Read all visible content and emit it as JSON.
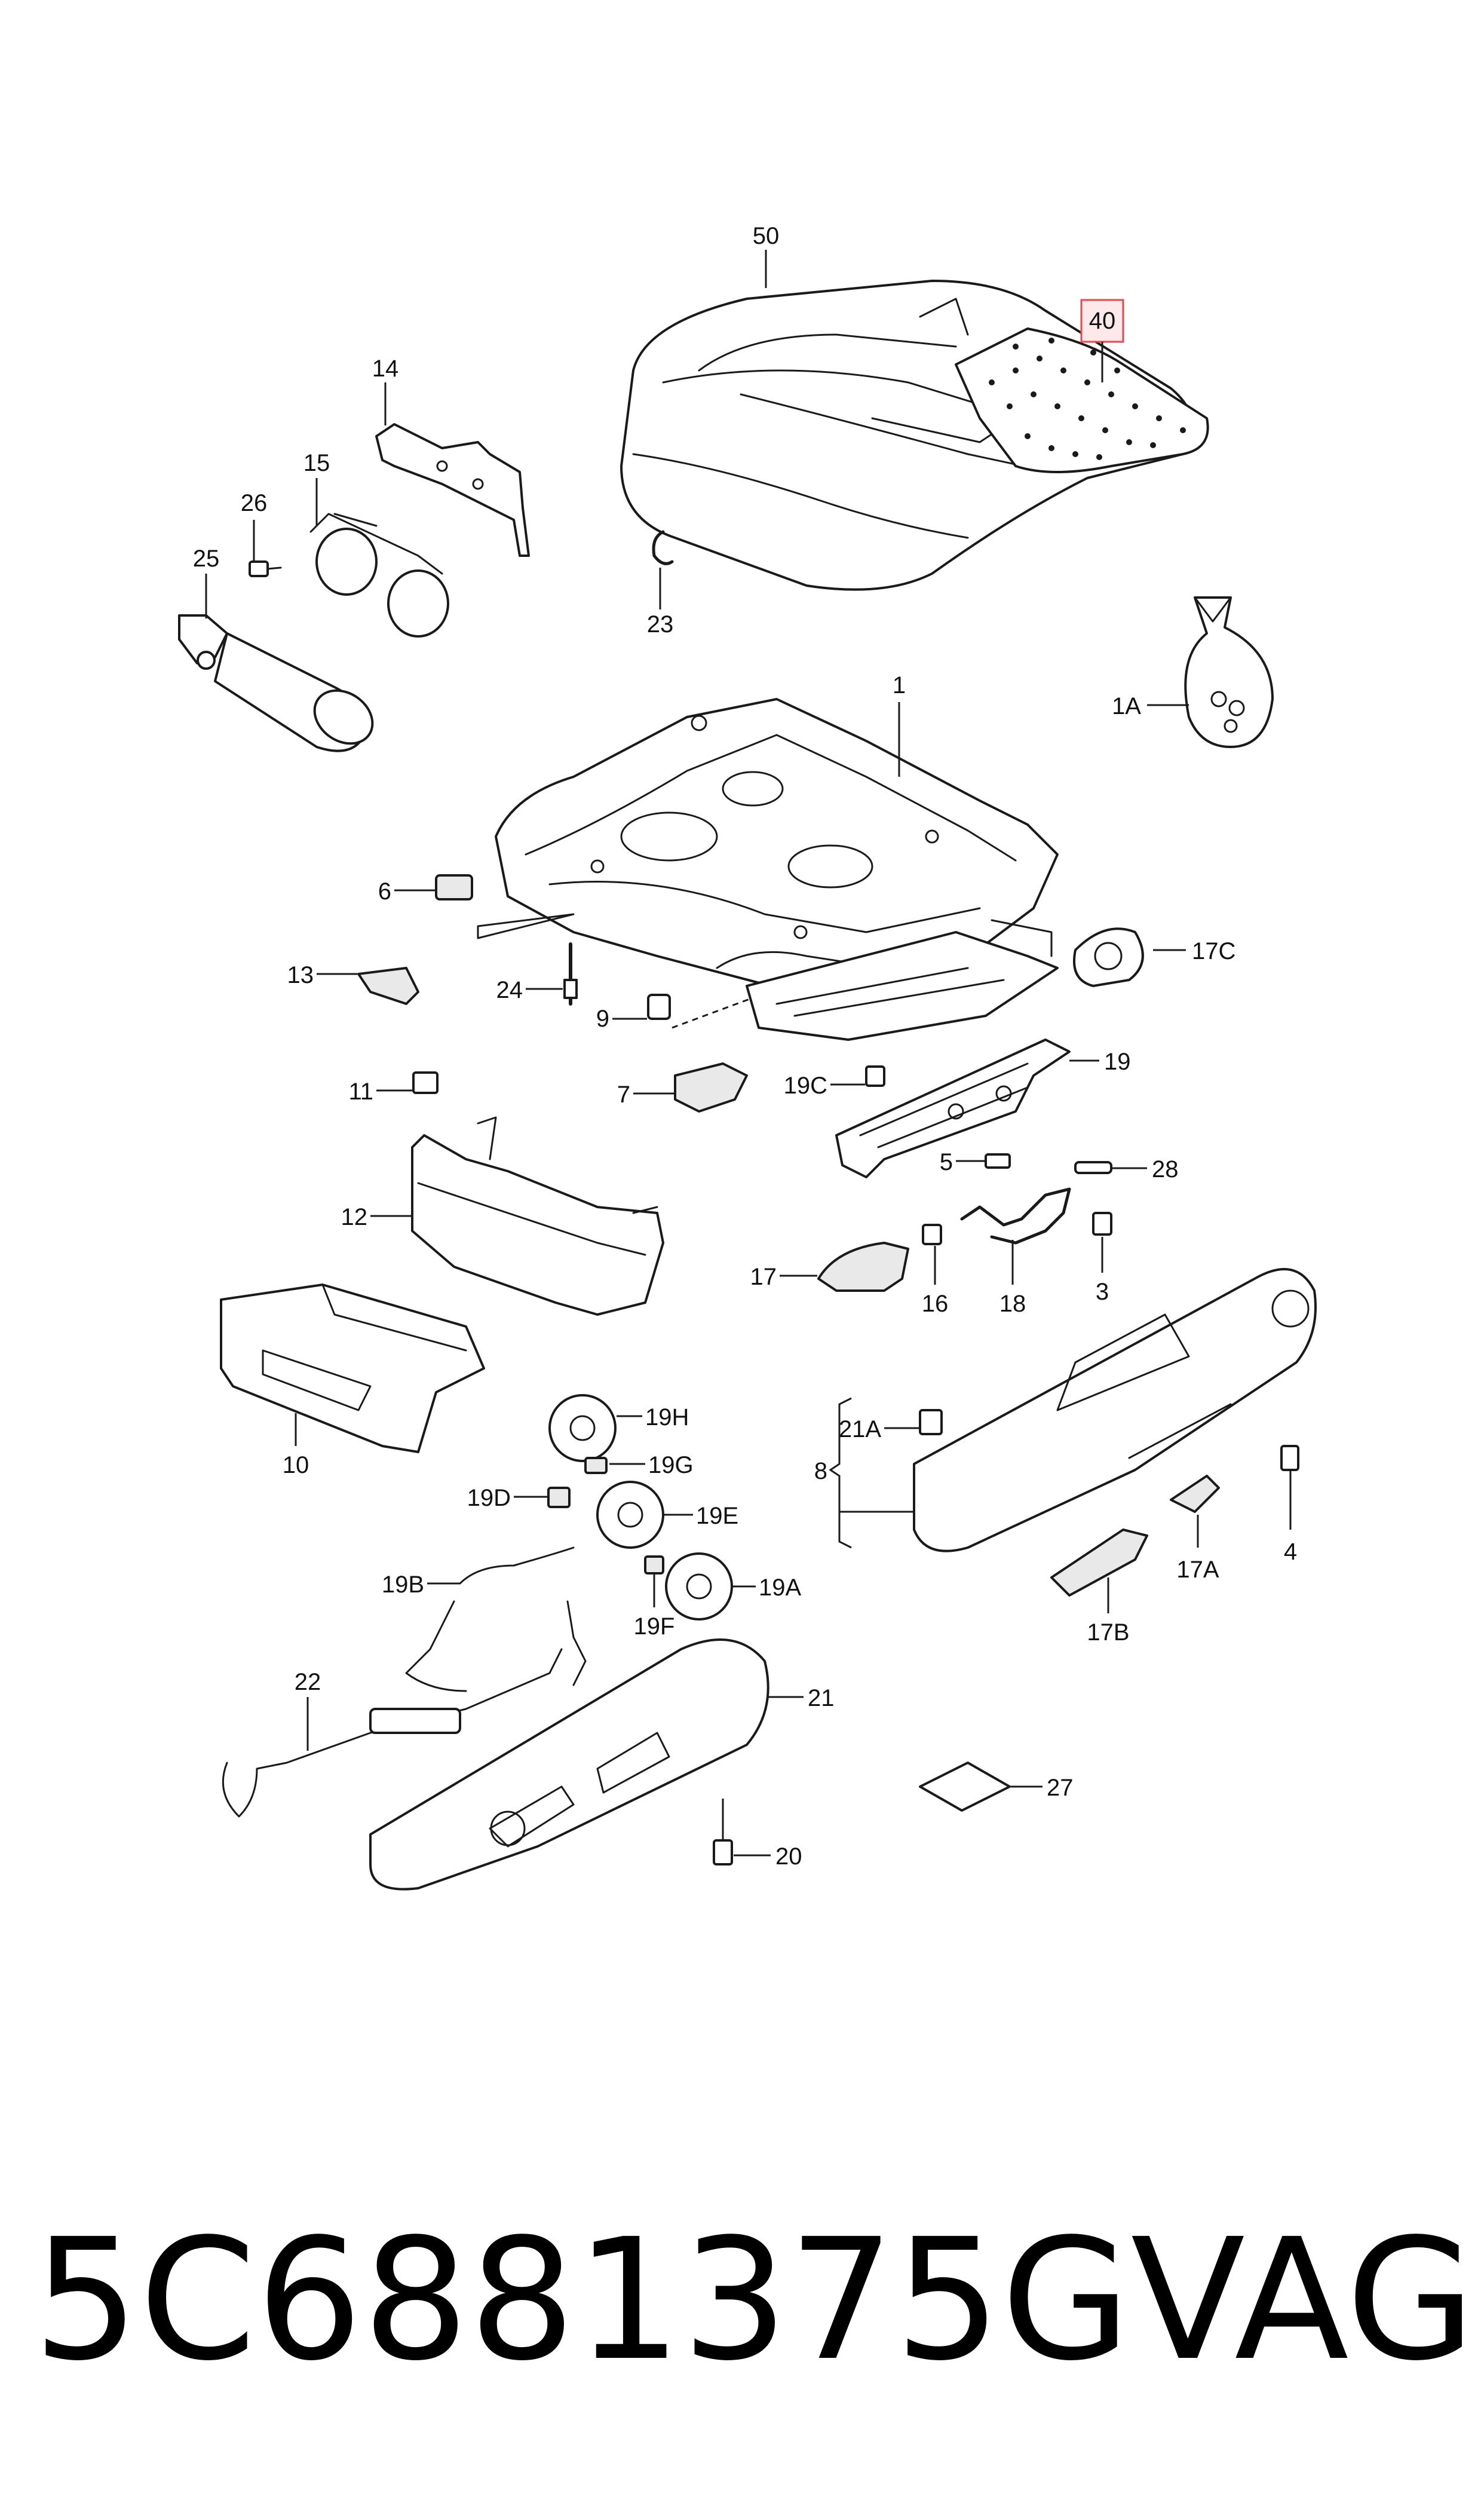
{
  "callouts": {
    "c50": "50",
    "c40": "40",
    "c14": "14",
    "c15": "15",
    "c26": "26",
    "c25": "25",
    "c23": "23",
    "c1": "1",
    "c1A": "1A",
    "c6": "6",
    "c13": "13",
    "c24": "24",
    "c9": "9",
    "c17C": "17C",
    "c11": "11",
    "c7": "7",
    "c19C": "19C",
    "c19": "19",
    "c12": "12",
    "c5": "5",
    "c28": "28",
    "c17": "17",
    "c16": "16",
    "c18": "18",
    "c3": "3",
    "c10": "10",
    "c19H": "19H",
    "c19G": "19G",
    "c19D": "19D",
    "c19E": "19E",
    "c21A": "21A",
    "c8": "8",
    "c4": "4",
    "c17A": "17A",
    "c17B": "17B",
    "c19B": "19B",
    "c19F": "19F",
    "c19A": "19A",
    "c22": "22",
    "c21": "21",
    "c27": "27",
    "c20": "20"
  },
  "highlight": {
    "color": "#e5474b"
  },
  "footer": {
    "part_number": "5C6881375G",
    "brand": "VAG"
  }
}
